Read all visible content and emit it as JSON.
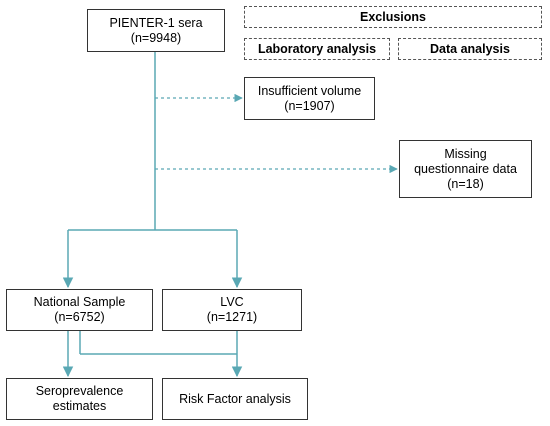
{
  "legend": {
    "exclusions": "Exclusions",
    "laboratory_analysis": "Laboratory analysis",
    "data_analysis": "Data analysis"
  },
  "nodes": {
    "pienter": {
      "line1": "PIENTER-1 sera",
      "line2": "(n=9948)"
    },
    "insufficient": {
      "line1": "Insufficient volume",
      "line2": "(n=1907)"
    },
    "missing": {
      "line1": "Missing",
      "line2": "questionnaire data",
      "line3": "(n=18)"
    },
    "national": {
      "line1": "National Sample",
      "line2": "(n=6752)"
    },
    "lvc": {
      "line1": "LVC",
      "line2": "(n=1271)"
    },
    "seroprevalence": {
      "line1": "Seroprevalence",
      "line2": "estimates"
    },
    "riskfactor": {
      "line1": "Risk Factor analysis"
    }
  },
  "colors": {
    "connector": "#5aa8b4",
    "border": "#333333"
  }
}
